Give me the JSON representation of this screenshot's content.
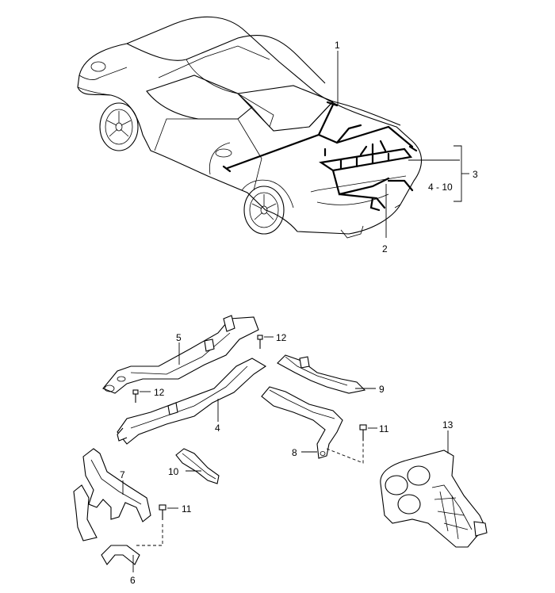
{
  "callouts": {
    "c1": "1",
    "c2": "2",
    "c3": "3",
    "c4_10": "4 - 10",
    "c4": "4",
    "c5": "5",
    "c6": "6",
    "c7": "7",
    "c8": "8",
    "c9": "9",
    "c10": "10",
    "c11a": "11",
    "c11b": "11",
    "c12a": "12",
    "c12b": "12",
    "c13": "13"
  }
}
